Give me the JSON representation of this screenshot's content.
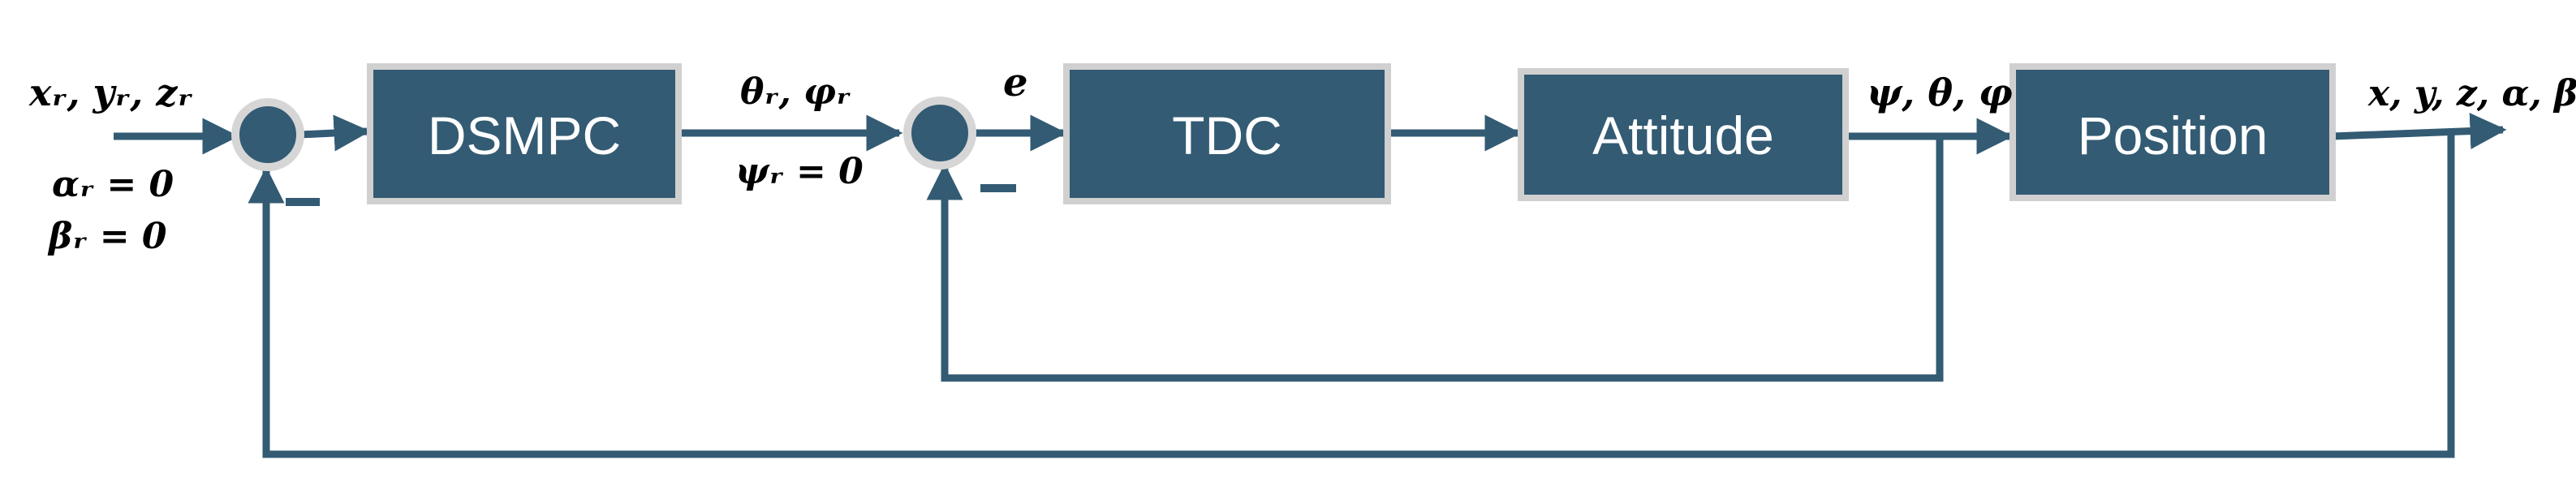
{
  "colors": {
    "block_fill": "#335B73",
    "line": "#335B73",
    "block_border": "#D0D0D0",
    "text": "#000000"
  },
  "blocks": {
    "dsmpc": "DSMPC",
    "tdc": "TDC",
    "attitude": "Attitude",
    "position": "Position"
  },
  "labels": {
    "input_ref": "xᵣ, yᵣ, zᵣ",
    "alpha_ref": "αᵣ = 0",
    "beta_ref": "βᵣ = 0",
    "attitude_ref": "θᵣ,  φᵣ",
    "psi_ref": "ψᵣ = 0",
    "error": "e",
    "attitude_out": "ψ, θ, φ",
    "output": "x, y, z, α, β"
  },
  "sum_signs": {
    "outer": "−",
    "inner": "−"
  }
}
